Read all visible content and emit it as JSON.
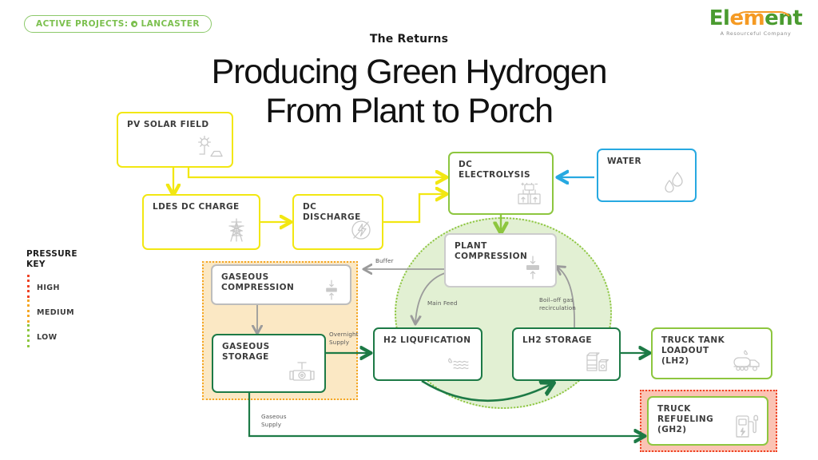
{
  "badge": {
    "text": "ACTIVE PROJECTS:",
    "location": "LANCASTER",
    "icon": "location-pin-icon",
    "color": "#7cc04f"
  },
  "logo": {
    "name_part1": "El",
    "name_part2": "em",
    "name_part3": "ent",
    "tagline": "A Resourceful Company",
    "green": "#4a9b2f",
    "orange": "#f59a23"
  },
  "header": {
    "eyebrow": "The Returns",
    "title_line1": "Producing Green Hydrogen",
    "title_line2": "From Plant to Porch"
  },
  "pressure_key": {
    "title_line1": "PRESSURE",
    "title_line2": "KEY",
    "levels": [
      {
        "label": "HIGH",
        "color": "#ef4123"
      },
      {
        "label": "MEDIUM",
        "color": "#f5a623"
      },
      {
        "label": "LOW",
        "color": "#8dc63f"
      }
    ]
  },
  "nodes": [
    {
      "id": "pv-solar-field",
      "label": "PV SOLAR FIELD",
      "icon": "solar-panel-icon",
      "border": "#f2e712"
    },
    {
      "id": "ldes-dc-charge",
      "label": "LDES DC CHARGE",
      "icon": "transmission-tower-icon",
      "border": "#f2e712"
    },
    {
      "id": "dc-discharge",
      "label": "DC DISCHARGE",
      "icon": "lightning-bolt-icon",
      "border": "#f2e712"
    },
    {
      "id": "dc-electrolysis",
      "label": "DC ELECTROLYSIS",
      "icon": "electrolyzer-icon",
      "border": "#8dc63f"
    },
    {
      "id": "water",
      "label": "WATER",
      "icon": "water-droplets-icon",
      "border": "#27a9e1"
    },
    {
      "id": "plant-compression",
      "label": "PLANT COMPRESSION",
      "icon": "compressor-icon",
      "border": "#cccccc"
    },
    {
      "id": "gaseous-compression",
      "label": "GASEOUS COMPRESSION",
      "icon": "compressor-icon",
      "border": "#bdbdbd"
    },
    {
      "id": "gaseous-storage",
      "label": "GASEOUS STORAGE",
      "icon": "valve-icon",
      "border": "#1d7a46"
    },
    {
      "id": "h2-liquefaction",
      "label": "H2 LIQUFICATION",
      "icon": "liquid-waves-icon",
      "border": "#1d7a46"
    },
    {
      "id": "lh2-storage",
      "label": "LH2 STORAGE",
      "icon": "storage-tanks-icon",
      "border": "#1d7a46"
    },
    {
      "id": "truck-tank-loadout",
      "label": "TRUCK TANK\nLOADOUT\n(LH2)",
      "icon": "tanker-truck-icon",
      "border": "#8dc63f"
    },
    {
      "id": "truck-refueling",
      "label": "TRUCK\nREFUELING\n(GH2)",
      "icon": "fuel-dispenser-icon",
      "border": "#8dc63f"
    }
  ],
  "node_labels": {
    "pv_solar_field": "PV SOLAR FIELD",
    "ldes_dc_charge": "LDES DC CHARGE",
    "dc_discharge": "DC DISCHARGE",
    "dc_electrolysis": "DC ELECTROLYSIS",
    "water": "WATER",
    "plant_compression": "PLANT COMPRESSION",
    "gaseous_compression": "GASEOUS COMPRESSION",
    "gaseous_storage": "GASEOUS STORAGE",
    "h2_liquefaction": "H2 LIQUFICATION",
    "lh2_storage": "LH2 STORAGE",
    "truck_tank_loadout_l1": "TRUCK TANK",
    "truck_tank_loadout_l2": "LOADOUT",
    "truck_tank_loadout_l3": "(LH2)",
    "truck_refueling_l1": "TRUCK",
    "truck_refueling_l2": "REFUELING",
    "truck_refueling_l3": "(GH2)"
  },
  "flow_labels": {
    "buffer": "Buffer",
    "main_feed": "Main Feed",
    "boil_off_l1": "Boil–off gas",
    "boil_off_l2": "recirculation",
    "overnight_l1": "Overnight",
    "overnight_l2": "Supply",
    "gaseous_supply_l1": "Gaseous",
    "gaseous_supply_l2": "Supply"
  },
  "colors": {
    "yellow": "#f2e712",
    "light_green": "#8dc63f",
    "dark_green": "#1d7a46",
    "blue": "#27a9e1",
    "gray": "#9b9b9b",
    "orange": "#f5a623",
    "red": "#ef4123"
  }
}
